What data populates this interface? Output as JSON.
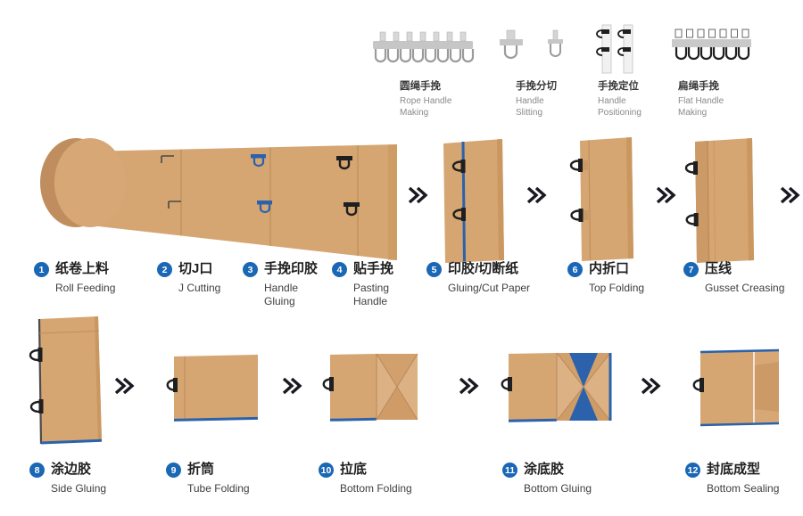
{
  "colors": {
    "accent": "#2b62ab",
    "badge": "#1a67b5",
    "paper": "#d5a572",
    "paperDark": "#c9975f",
    "ink": "#1f1f1f"
  },
  "modules": [
    {
      "zh": "圆绳手挽",
      "en": "Rope Handle Making"
    },
    {
      "zh": "手挽分切",
      "en": "Handle Slitting"
    },
    {
      "zh": "手挽定位",
      "en": "Handle Positioning"
    },
    {
      "zh": "扁绳手挽",
      "en": "Flat Handle Making"
    }
  ],
  "steps": [
    {
      "num": "1",
      "zh": "纸卷上料",
      "en": "Roll Feeding"
    },
    {
      "num": "2",
      "zh": "切J口",
      "en": "J Cutting"
    },
    {
      "num": "3",
      "zh": "手挽印胶",
      "en": "Handle Gluing"
    },
    {
      "num": "4",
      "zh": "贴手挽",
      "en": "Pasting Handle"
    },
    {
      "num": "5",
      "zh": "印胶/切断纸",
      "en": "Gluing/Cut Paper"
    },
    {
      "num": "6",
      "zh": "内折口",
      "en": "Top Folding"
    },
    {
      "num": "7",
      "zh": "压线",
      "en": "Gusset Creasing"
    },
    {
      "num": "8",
      "zh": "涂边胶",
      "en": "Side Gluing"
    },
    {
      "num": "9",
      "zh": "折筒",
      "en": "Tube Folding"
    },
    {
      "num": "10",
      "zh": "拉底",
      "en": "Bottom Folding"
    },
    {
      "num": "11",
      "zh": "涂底胶",
      "en": "Bottom Gluing"
    },
    {
      "num": "12",
      "zh": "封底成型",
      "en": "Bottom Sealing"
    }
  ]
}
